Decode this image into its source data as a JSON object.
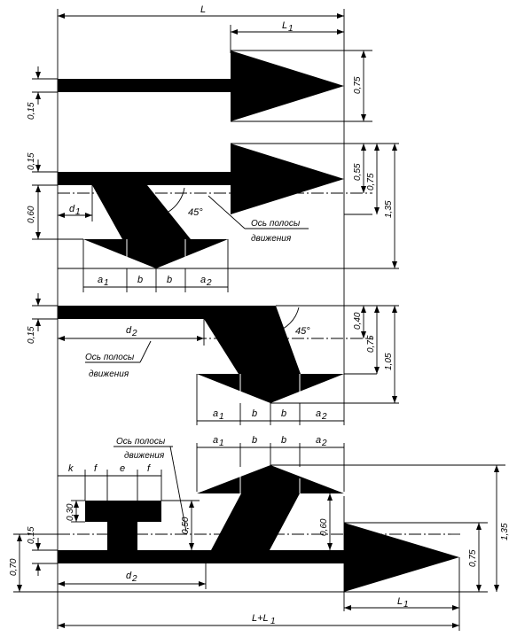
{
  "labels": {
    "L": "L",
    "L1": "L",
    "L1_sub": "1",
    "LL1": "L+L",
    "LL1_sub": "1",
    "d1": "d",
    "d1_sub": "1",
    "d2": "d",
    "d2_sub": "2",
    "a1": "a",
    "a1_sub": "1",
    "a2": "a",
    "a2_sub": "2",
    "b": "b",
    "k": "k",
    "f": "f",
    "e": "e",
    "angle": "45°"
  },
  "dimensions": {
    "v075": "0,75",
    "v015": "0,15",
    "v055": "0,55",
    "v135": "1,35",
    "v060": "0,60",
    "v040": "0,40",
    "v105": "1,05",
    "v030": "0,30",
    "v050": "0,50",
    "v070": "0,70"
  },
  "notes": {
    "axis_line1": "Ось полосы",
    "axis_line2": "движения"
  }
}
